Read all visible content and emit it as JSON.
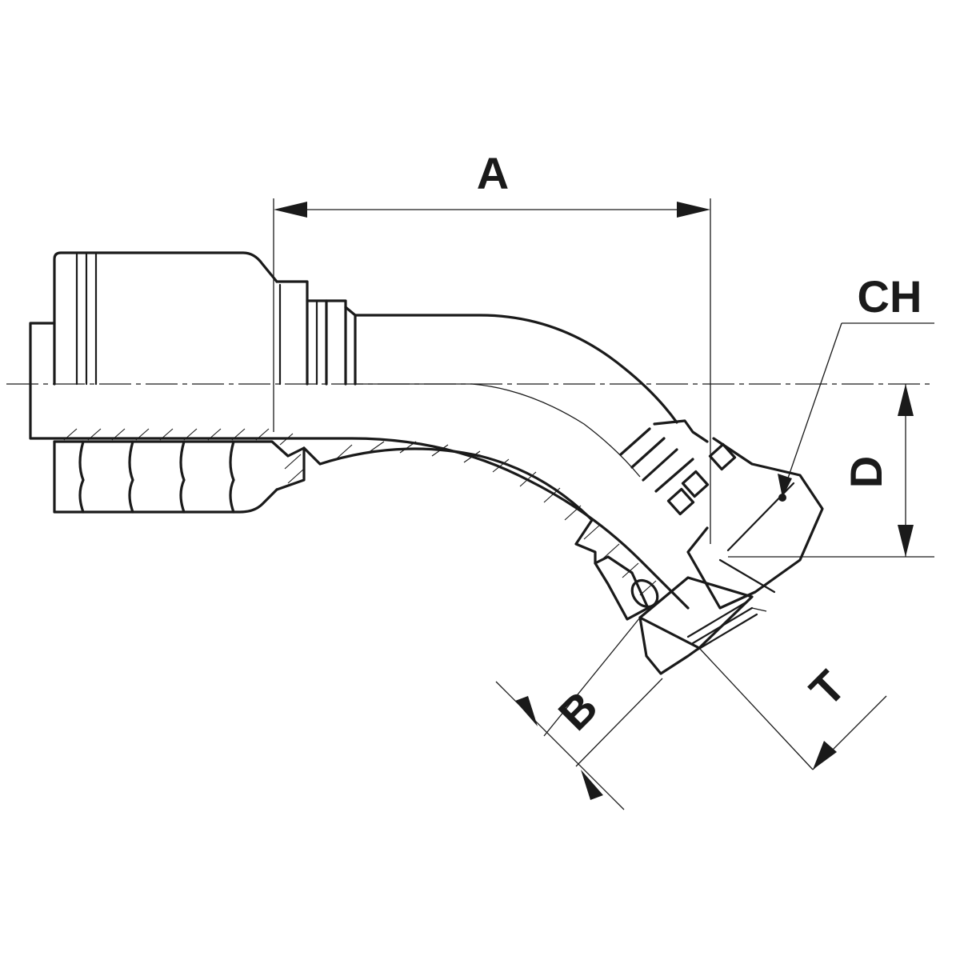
{
  "labels": {
    "a": "A",
    "ch": "CH",
    "d": "D",
    "b": "B",
    "t": "T"
  }
}
